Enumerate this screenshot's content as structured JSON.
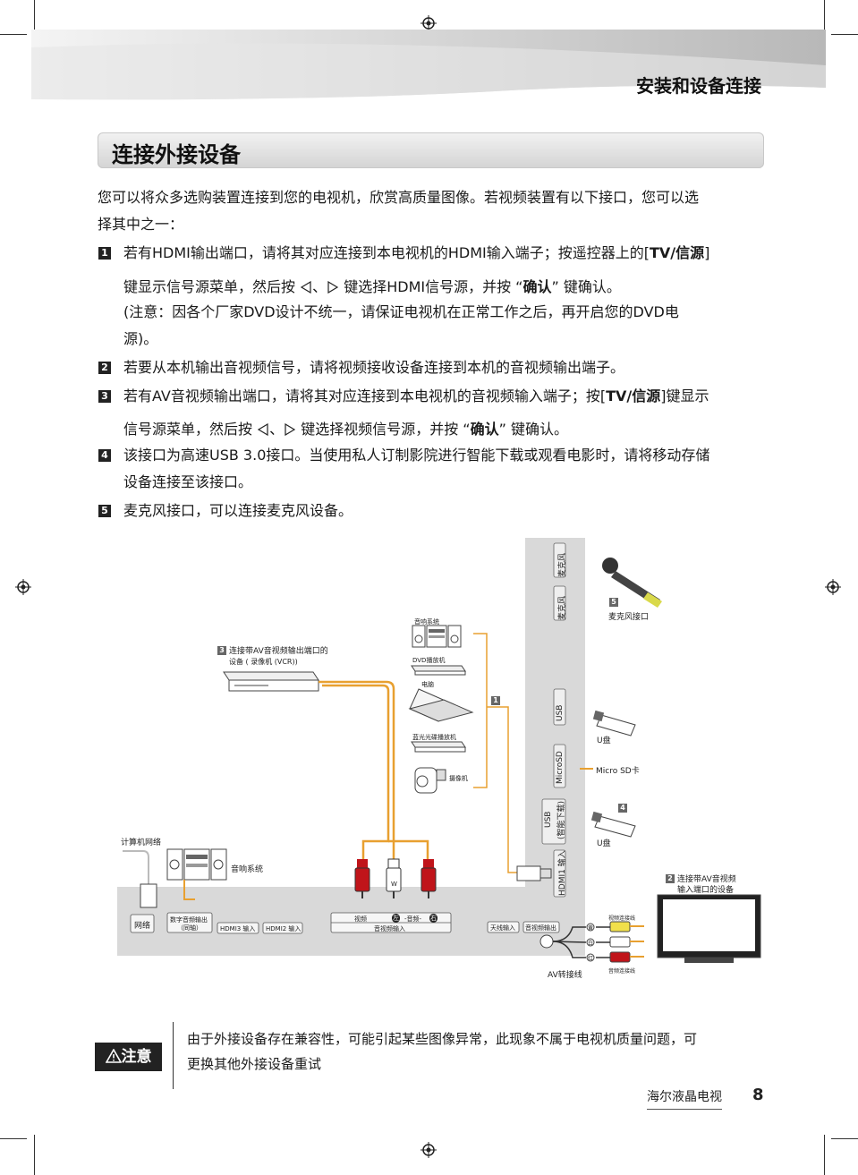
{
  "header": {
    "chapter_title": "安装和设备连接"
  },
  "section": {
    "title": "连接外接设备"
  },
  "intro": {
    "line1": "您可以将众多选购装置连接到您的电视机，欣赏高质量图像。若视频装置有以下接口，您可以选",
    "line2": "择其中之一："
  },
  "items": [
    {
      "num": "1",
      "l1a": "若有HDMI输出端口，请将其对应连接到本电视机的HDMI输入端子；按遥控器上的[",
      "l1b": "TV/信源",
      "l1c": "]",
      "l2a": "键显示信号源菜单，然后按",
      "l2b": "键选择HDMI信号源，并按 “",
      "l2c": "确认",
      "l2d": "” 键确认。",
      "l3": " (注意：因各个厂家DVD设计不统一，请保证电视机在正常工作之后，再开启您的DVD电",
      "l4": "源)。"
    },
    {
      "num": "2",
      "l1": "若要从本机输出音视频信号，请将视频接收设备连接到本机的音视频输出端子。"
    },
    {
      "num": "3",
      "l1a": "若有AV音视频输出端口，请将其对应连接到本电视机的音视频输入端子；按[",
      "l1b": "TV/信源",
      "l1c": "]键显示",
      "l2a": "信号源菜单，然后按",
      "l2b": "键选择视频信号源，并按 “",
      "l2c": "确认",
      "l2d": "” 键确认。"
    },
    {
      "num": "4",
      "l1": "该接口为高速USB 3.0接口。当使用私人订制影院进行智能下载或观看电影时，请将移动存储",
      "l2": "设备连接至该接口。"
    },
    {
      "num": "5",
      "l1": "麦克风接口，可以连接麦克风设备。"
    }
  ],
  "arrows": {
    "sep": "、"
  },
  "diagram": {
    "mic_port_1": "麦克风",
    "mic_port_2": "麦克风",
    "mic_num": "5",
    "mic_label": "麦克风接口",
    "usb_port": "USB",
    "microsd_port": "MicroSD",
    "usb_smart_port_1": "USB",
    "usb_smart_port_2": "(智能下载)",
    "hdmi1_port": "HDMI1 输入",
    "udisk_label_1": "U盘",
    "microsd_label": "Micro SD卡",
    "udisk_num": "4",
    "udisk_label_2": "U盘",
    "audio_system_top": "音响系统",
    "dvd_player": "DVD播放机",
    "computer": "电脑",
    "bluray": "蓝光光碟播放机",
    "camcorder": "摄像机",
    "hdmi_group_num": "1",
    "vcr_num": "3",
    "vcr_label_1": "连接带AV音视频输出端口的",
    "vcr_label_2": "设备 ( 录像机 (VCR))",
    "network_label": "计算机网络",
    "audio_system_bottom": "音响系统",
    "tv_num": "2",
    "tv_label_1": "连接带AV音视频",
    "tv_label_2": "输入端口的设备",
    "rca_w": "W",
    "panel": {
      "network": "网络",
      "digital_out_1": "数字音频输出",
      "digital_out_2": "（同轴）",
      "hdmi3": "HDMI3 输入",
      "hdmi2": "HDMI2 输入",
      "video": "视频",
      "left": "左",
      "audio": "-音频-",
      "right": "右",
      "av_in": "音视频输入",
      "antenna": "天线输入",
      "av_out": "音视频输出"
    },
    "av_cable_label": "AV转接线",
    "video_cable_label": "视频连接线",
    "audio_cable_label": "音频连接线",
    "plug_yellow": "黄",
    "plug_white": "白",
    "plug_red": "红"
  },
  "note": {
    "badge": "注意",
    "line1": "由于外接设备存在兼容性，可能引起某些图像异常，此现象不属于电视机质量问题，可",
    "line2": "更换其他外接设备重试"
  },
  "footer": {
    "brand": "海尔液晶电视",
    "page": "8"
  },
  "colors": {
    "cable": "#e8a030",
    "panel": "#d9d9d9",
    "rca_red": "#c0141a"
  }
}
